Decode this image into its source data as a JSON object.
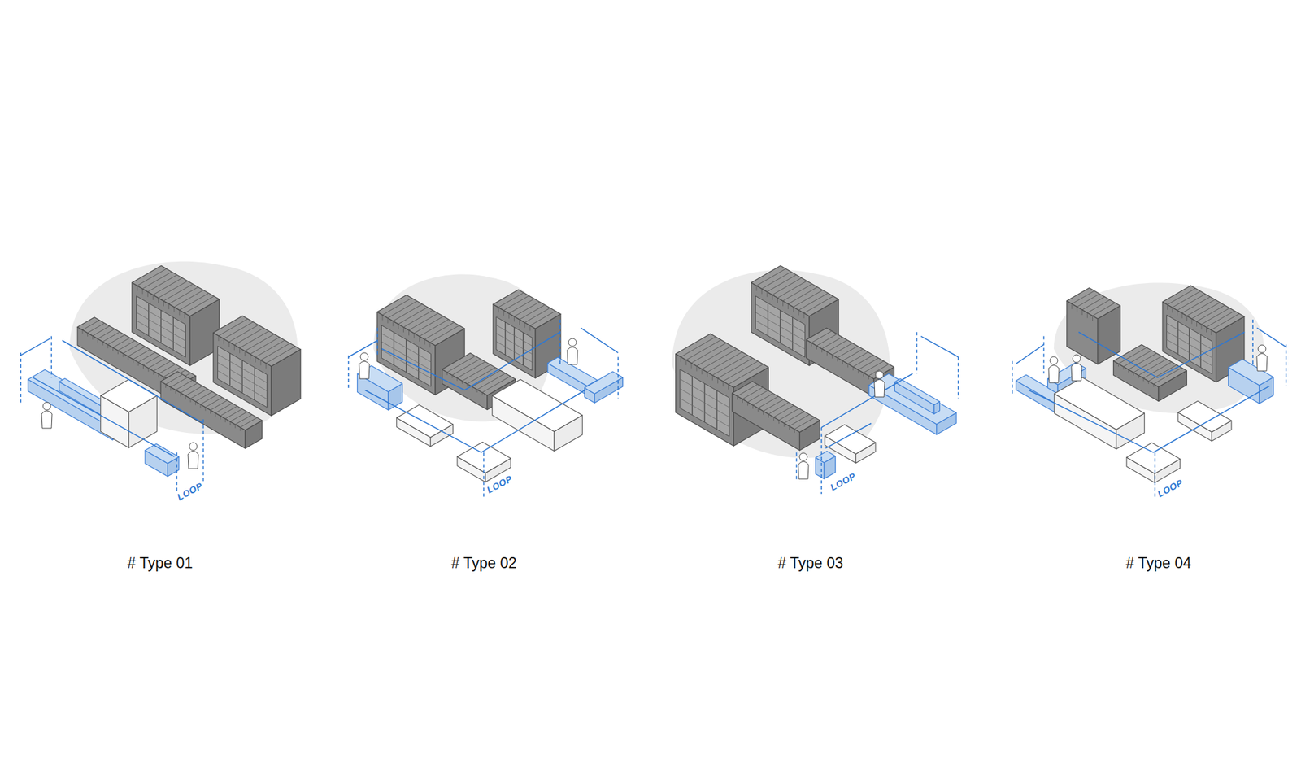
{
  "diagram": {
    "labels": [
      "LOOP",
      "LOOP",
      "LOOP",
      "LOOP",
      "# Type 01",
      "# Type 02",
      "# Type 03",
      "# Type 04"
    ]
  }
}
